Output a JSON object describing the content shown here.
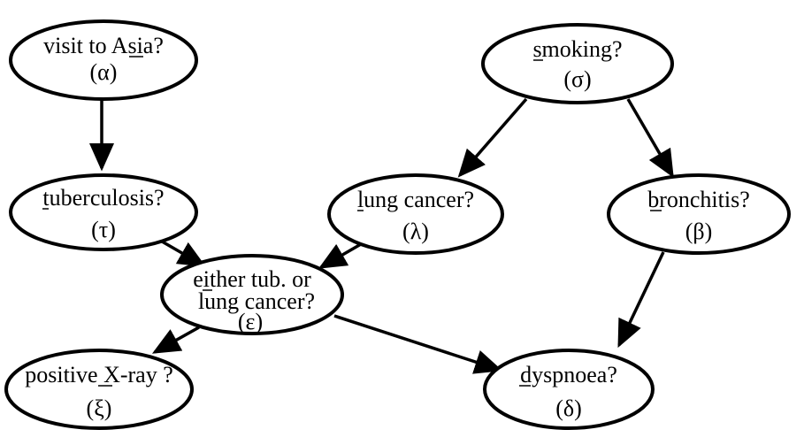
{
  "nodes": {
    "asia": {
      "line1": "visit to Asia?",
      "line2": "(α)"
    },
    "smoking": {
      "line1": "smoking?",
      "line2": "(σ)"
    },
    "tuberculosis": {
      "line1": "tuberculosis?",
      "line2": "(τ)"
    },
    "lung_cancer": {
      "line1": "lung cancer?",
      "line2": "(λ)"
    },
    "bronchitis": {
      "line1": "bronchitis?",
      "line2": "(β)"
    },
    "either": {
      "line1": "either tub. or",
      "line2": "lung cancer?",
      "line3": "(ε)"
    },
    "xray": {
      "line1": "positive X-ray ?",
      "line2": "(ξ)"
    },
    "dyspnoea": {
      "line1": "dyspnoea?",
      "line2": "(δ)"
    }
  },
  "edges": [
    {
      "from": "asia",
      "to": "tuberculosis"
    },
    {
      "from": "smoking",
      "to": "lung_cancer"
    },
    {
      "from": "smoking",
      "to": "bronchitis"
    },
    {
      "from": "tuberculosis",
      "to": "either"
    },
    {
      "from": "lung_cancer",
      "to": "either"
    },
    {
      "from": "bronchitis",
      "to": "dyspnoea"
    },
    {
      "from": "either",
      "to": "xray"
    },
    {
      "from": "either",
      "to": "dyspnoea"
    }
  ]
}
